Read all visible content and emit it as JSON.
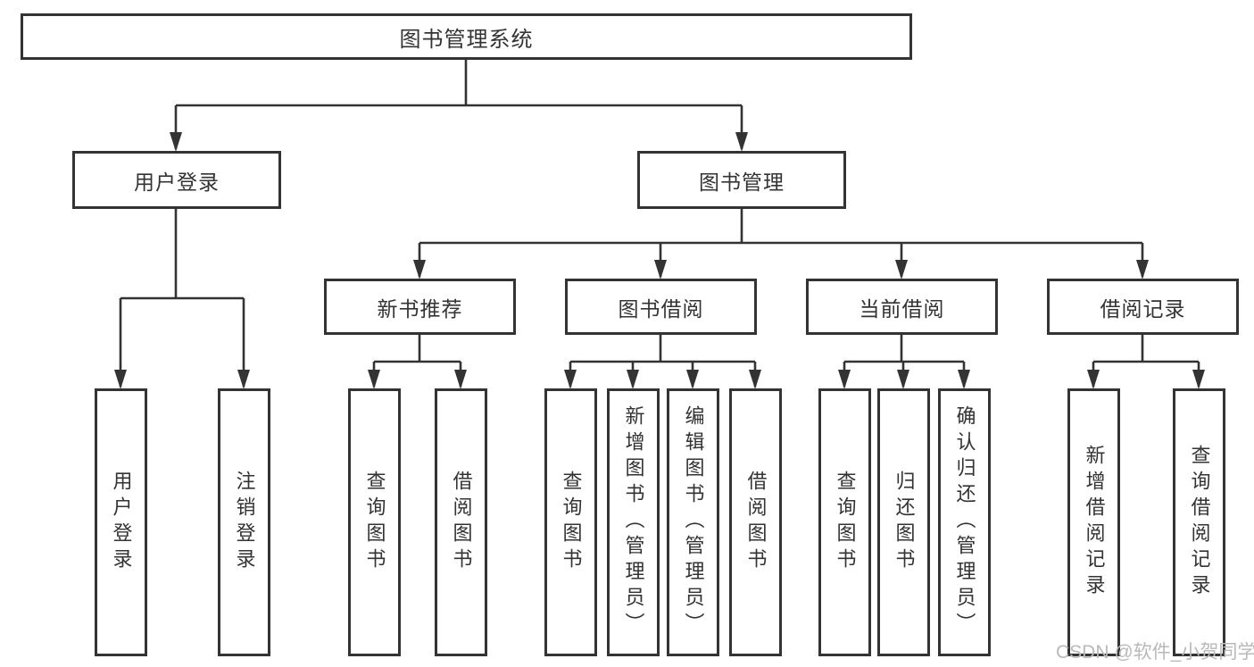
{
  "diagram": {
    "title": "图书管理系统",
    "root": {
      "label": "图书管理系统"
    },
    "level2": [
      {
        "label": "用户登录"
      },
      {
        "label": "图书管理"
      }
    ],
    "level3": [
      {
        "label": "新书推荐",
        "parent": "图书管理"
      },
      {
        "label": "图书借阅",
        "parent": "图书管理"
      },
      {
        "label": "当前借阅",
        "parent": "图书管理"
      },
      {
        "label": "借阅记录",
        "parent": "图书管理"
      }
    ],
    "leaves": [
      {
        "label": "用户登录",
        "parent": "用户登录"
      },
      {
        "label": "注销登录",
        "parent": "用户登录"
      },
      {
        "label": "查询图书",
        "parent": "新书推荐"
      },
      {
        "label": "借阅图书",
        "parent": "新书推荐"
      },
      {
        "label": "查询图书",
        "parent": "图书借阅"
      },
      {
        "label": "新增图书（管理员）",
        "parent": "图书借阅"
      },
      {
        "label": "编辑图书（管理员）",
        "parent": "图书借阅"
      },
      {
        "label": "借阅图书",
        "parent": "图书借阅"
      },
      {
        "label": "查询图书",
        "parent": "当前借阅"
      },
      {
        "label": "归还图书",
        "parent": "当前借阅"
      },
      {
        "label": "确认归还（管理员）",
        "parent": "当前借阅"
      },
      {
        "label": "新增借阅记录",
        "parent": "借阅记录"
      },
      {
        "label": "查询借阅记录",
        "parent": "借阅记录"
      }
    ]
  },
  "watermark": "CSDN @软件_小贺同学",
  "colors": {
    "line": "#333333",
    "box_border": "#333333",
    "box_background": "#ffffff",
    "text": "#333333",
    "watermark": "#b9b9b9"
  }
}
